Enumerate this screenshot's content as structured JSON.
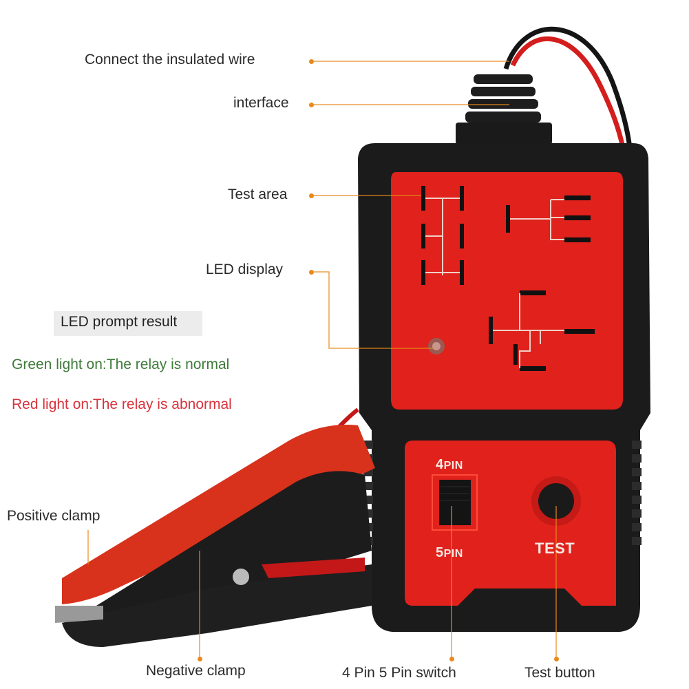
{
  "callouts": {
    "insulated_wire": "Connect the insulated wire",
    "interface": "interface",
    "test_area": "Test area",
    "led_display": "LED display",
    "positive_clamp": "Positive clamp",
    "negative_clamp": "Negative clamp",
    "pin_switch": "4 Pin 5 Pin switch",
    "test_button": "Test button"
  },
  "legend": {
    "title": "LED prompt result",
    "green_line": "Green light on:The relay is normal",
    "red_line": "Red light on:The relay is abnormal",
    "green_color": "#3f7a3a",
    "red_color": "#d8323c"
  },
  "device": {
    "switch_top": "4",
    "switch_top_suffix": "PIN",
    "switch_bottom": "5",
    "switch_bottom_suffix": "PIN",
    "test_label": "TEST",
    "body_color": "#e0211c",
    "frame_color": "#1b1b1b",
    "leader_color": "#e88a1a"
  }
}
